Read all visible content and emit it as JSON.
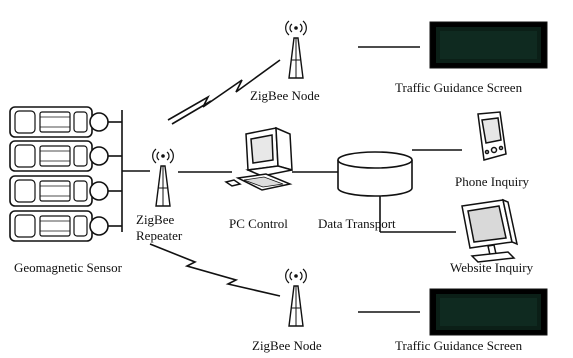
{
  "labels": {
    "zigbee_node_top": "ZigBee Node",
    "traffic_screen_top": "Traffic Guidance Screen",
    "zigbee_repeater_line1": "ZigBee",
    "zigbee_repeater_line2": "Repeater",
    "pc_control": "PC Control",
    "data_transport": "Data Transport",
    "phone_inquiry": "Phone Inquiry",
    "website_inquiry": "Website Inquiry",
    "geomagnetic_sensor": "Geomagnetic Sensor",
    "zigbee_node_bottom": "ZigBee Node",
    "traffic_screen_bottom": "Traffic Guidance Screen"
  },
  "colors": {
    "stroke": "#111111",
    "screen_fill": "#0b1f17",
    "screen_inner": "#0f2a20",
    "background": "#ffffff"
  },
  "icons": [
    "car-icon",
    "geomagnetic-sensor-icon",
    "antenna-icon",
    "lightning-icon",
    "monitor-screen-icon",
    "pc-icon",
    "database-icon",
    "pda-phone-icon",
    "lcd-monitor-icon"
  ]
}
